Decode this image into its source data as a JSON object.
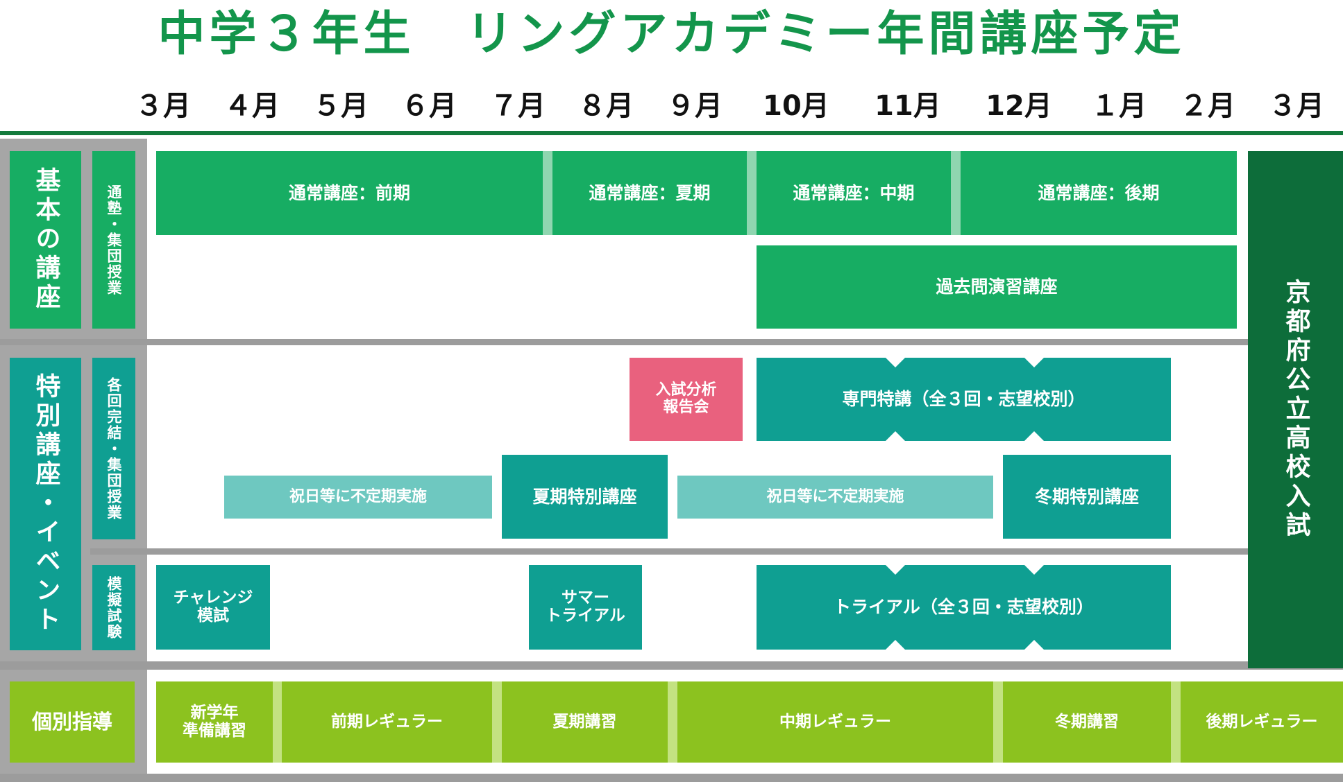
{
  "title": "中学３年生　リングアカデミー年間講座予定",
  "months": [
    "３月",
    "４月",
    "５月",
    "６月",
    "７月",
    "８月",
    "９月",
    "10月",
    "11月",
    "12月",
    "１月",
    "２月",
    "３月"
  ],
  "categories": {
    "basic": "基本の講座",
    "basic_sub": "通塾・集団授業",
    "special": "特別講座・イベント",
    "special_sub": "各回完結・集団授業",
    "mock_sub": "模擬試験",
    "individual": "個別指導",
    "exam": "京都府公立高校入試"
  },
  "basic": {
    "first": "通常講座：前期",
    "summer": "通常講座：夏期",
    "middle": "通常講座：中期",
    "late": "通常講座：後期",
    "past_exam": "過去問演習講座"
  },
  "special": {
    "analysis_line1": "入試分析",
    "analysis_line2": "報告会",
    "senmon": "専門特講（全３回・志望校別）",
    "holiday_1": "祝日等に不定期実施",
    "summer_special": "夏期特別講座",
    "holiday_2": "祝日等に不定期実施",
    "winter_special": "冬期特別講座"
  },
  "mock": {
    "challenge_line1": "チャレンジ",
    "challenge_line2": "模試",
    "summer_line1": "サマー",
    "summer_line2": "トライアル",
    "trial": "トライアル（全３回・志望校別）"
  },
  "individual": {
    "prep_line1": "新学年",
    "prep_line2": "準備講習",
    "first_regular": "前期レギュラー",
    "summer": "夏期講習",
    "middle_regular": "中期レギュラー",
    "winter": "冬期講習",
    "late_regular": "後期レギュラー"
  },
  "colors": {
    "title": "#13954b",
    "basic": "#17ad63",
    "special": "#0f9f92",
    "special_light": "#6ec8c0",
    "analysis": "#e9617e",
    "individual": "#8cc21f",
    "exam": "#0d6d3a"
  }
}
